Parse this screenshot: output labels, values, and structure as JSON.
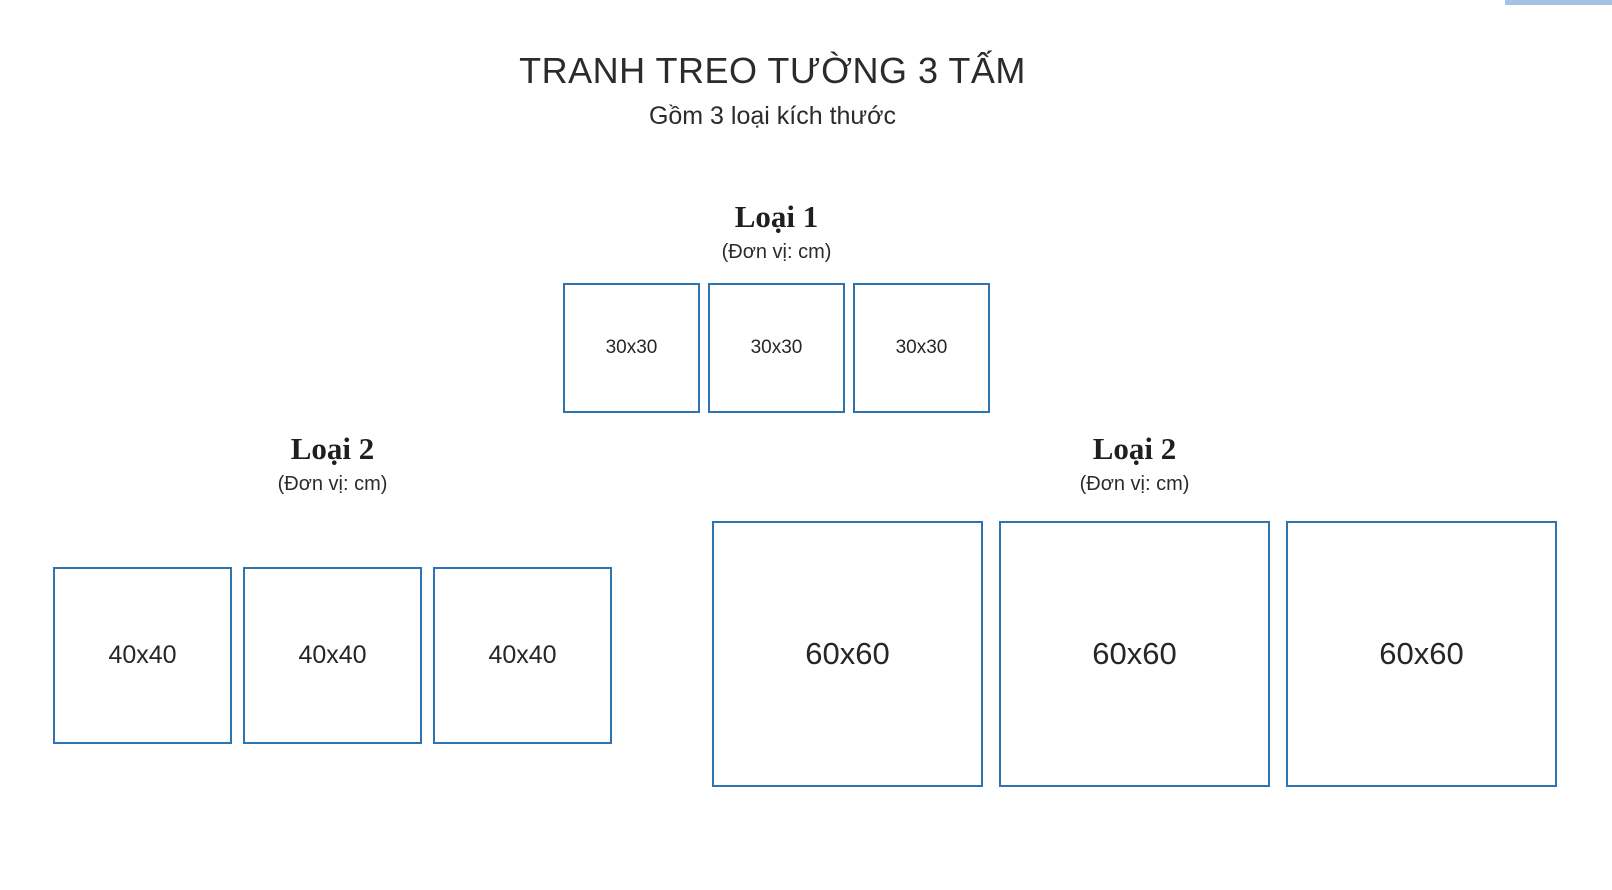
{
  "colors": {
    "panel_border": "#2e74b5",
    "text": "#262626",
    "top_strip": "#a4c2e6"
  },
  "header": {
    "title": "TRANH TREO TƯỜNG 3 TẤM",
    "subtitle": "Gồm 3 loại kích thước"
  },
  "groups": [
    {
      "label": "Loại 1",
      "unit": "(Đơn vị: cm)",
      "panels": [
        "30x30",
        "30x30",
        "30x30"
      ]
    },
    {
      "label": "Loại 2",
      "unit": "(Đơn vị: cm)",
      "panels": [
        "40x40",
        "40x40",
        "40x40"
      ]
    },
    {
      "label": "Loại 2",
      "unit": "(Đơn vị: cm)",
      "panels": [
        "60x60",
        "60x60",
        "60x60"
      ]
    }
  ]
}
